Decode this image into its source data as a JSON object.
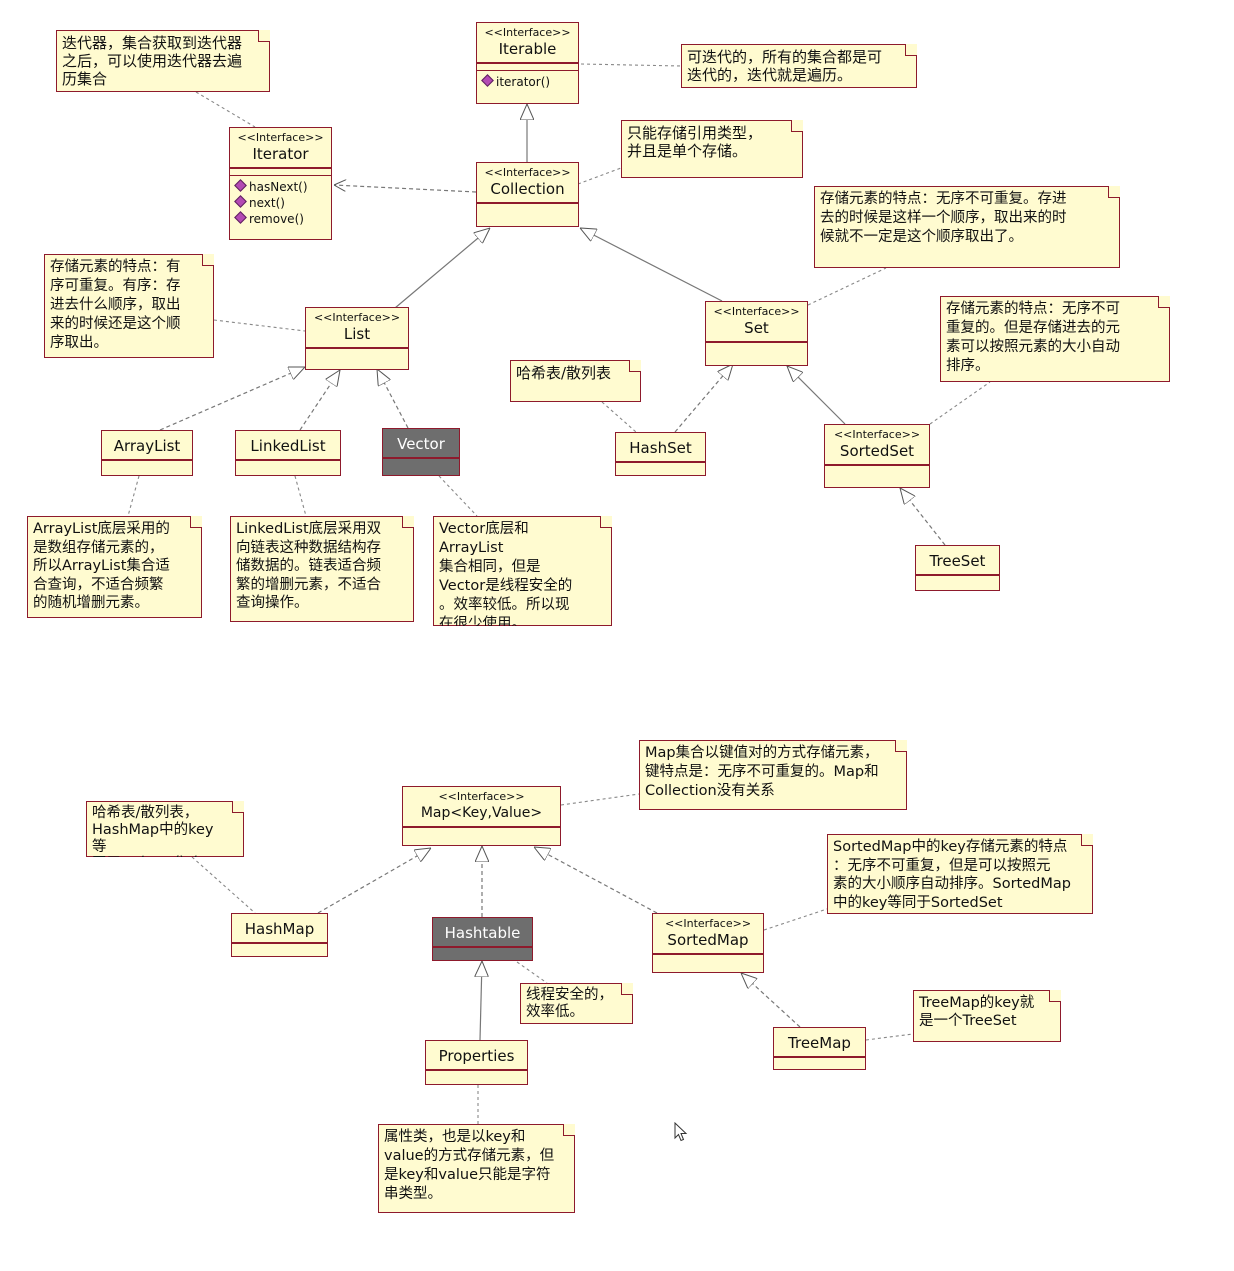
{
  "diagram": {
    "stereotype": "<<Interface>>",
    "classes": {
      "iterable": {
        "name": "Iterable",
        "ops": [
          "iterator()"
        ]
      },
      "iterator": {
        "name": "Iterator",
        "ops": [
          "hasNext()",
          "next()",
          "remove()"
        ]
      },
      "collection": {
        "name": "Collection"
      },
      "list": {
        "name": "List"
      },
      "set": {
        "name": "Set"
      },
      "sortedset": {
        "name": "SortedSet"
      },
      "arraylist": {
        "name": "ArrayList"
      },
      "linkedlist": {
        "name": "LinkedList"
      },
      "vector": {
        "name": "Vector"
      },
      "hashset": {
        "name": "HashSet"
      },
      "treeset": {
        "name": "TreeSet"
      },
      "map": {
        "name": "Map<Key,Value>"
      },
      "hashmap": {
        "name": "HashMap"
      },
      "hashtable": {
        "name": "Hashtable"
      },
      "sortedmap": {
        "name": "SortedMap"
      },
      "properties": {
        "name": "Properties"
      },
      "treemap": {
        "name": "TreeMap"
      }
    },
    "notes": {
      "iterator_note": "迭代器，集合获取到迭代器\n之后，可以使用迭代器去遍\n历集合",
      "iterable_note": "可迭代的，所有的集合都是可\n迭代的，迭代就是遍历。",
      "collection_note": "只能存储引用类型，\n并且是单个存储。",
      "set_note": "存储元素的特点：无序不可重复。存进\n去的时候是这样一个顺序，取出来的时\n候就不一定是这个顺序取出了。",
      "list_note": "存储元素的特点：有\n序可重复。有序：存\n进去什么顺序，取出\n来的时候还是这个顺\n序取出。",
      "sortedset_note": "存储元素的特点：无序不可\n重复的。但是存储进去的元\n素可以按照元素的大小自动\n排序。",
      "hashset_note": "哈希表/散列表",
      "arraylist_note": "ArrayList底层采用的\n是数组存储元素的，\n所以ArrayList集合适\n合查询，不适合频繁\n的随机增删元素。",
      "linkedlist_note": "LinkedList底层采用双\n向链表这种数据结构存\n储数据的。链表适合频\n繁的增删元素，不适合\n查询操作。",
      "vector_note": "Vector底层和ArrayList\n集合相同，但是\nVector是线程安全的\n。效率较低。所以现\n在很少使用。",
      "map_note": "Map集合以键值对的方式存储元素，\n键特点是：无序不可重复的。Map和\nCollection没有关系",
      "hashmap_note": "哈希表/散列表，\nHashMap中的key等\n同于一个Set集合",
      "sortedmap_note": "SortedMap中的key存储元素的特点\n：无序不可重复，但是可以按照元\n素的大小顺序自动排序。SortedMap\n中的key等同于SortedSet",
      "hashtable_note": "线程安全的，\n效率低。",
      "treemap_note": "TreeMap的key就\n是一个TreeSet",
      "properties_note": "属性类，也是以key和\nvalue的方式存储元素，但\n是key和value只能是字符\n串类型。"
    }
  },
  "colors": {
    "note_fill": "#fffbd0",
    "border": "#8e1a2c",
    "dark_class_fill": "#6e6e6e",
    "line": "#777777",
    "op_marker": "#b34ab3"
  },
  "icons": {
    "cursor": "mouse-pointer-icon"
  }
}
